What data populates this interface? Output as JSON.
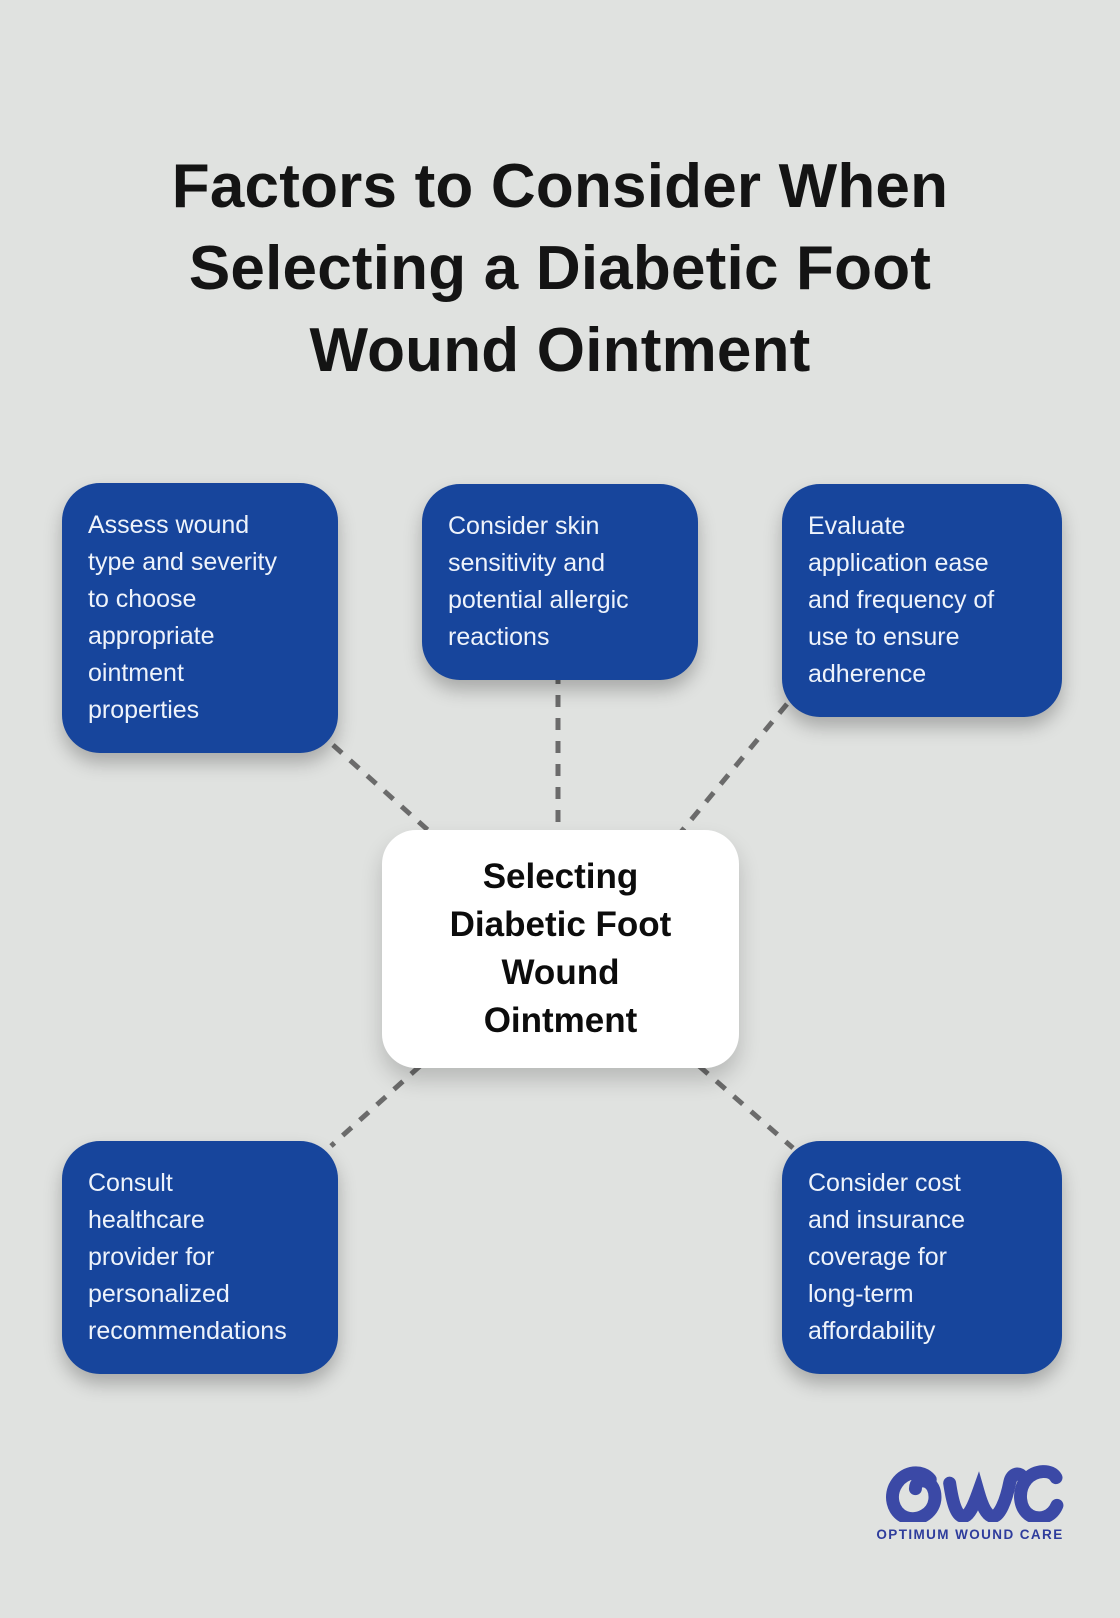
{
  "title": {
    "text": "Factors to Consider When Selecting a Diabetic Foot Wound Ointment",
    "lines": [
      "Factors to Consider When",
      "Selecting a Diabetic Foot",
      "Wound Ointment"
    ]
  },
  "center_node": {
    "text": "Selecting Diabetic Foot Wound Ointment",
    "lines": [
      "Selecting",
      "Diabetic Foot",
      "Wound",
      "Ointment"
    ]
  },
  "factors": [
    {
      "position": "top-left",
      "text": "Assess wound type and severity to choose appropriate ointment properties",
      "lines": [
        "Assess wound",
        "type and severity",
        "to choose",
        "appropriate",
        "ointment",
        "properties"
      ]
    },
    {
      "position": "top-center",
      "text": "Consider skin sensitivity and potential allergic reactions",
      "lines": [
        "Consider skin",
        "sensitivity and",
        "potential allergic",
        "reactions"
      ]
    },
    {
      "position": "top-right",
      "text": "Evaluate application ease and frequency of use to ensure adherence",
      "lines": [
        "Evaluate",
        "application ease",
        "and frequency of",
        "use to ensure",
        "adherence"
      ]
    },
    {
      "position": "bottom-left",
      "text": "Consult healthcare provider for personalized recommendations",
      "lines": [
        "Consult",
        "healthcare",
        "provider for",
        "personalized",
        "recommendations"
      ]
    },
    {
      "position": "bottom-right",
      "text": "Consider cost and insurance coverage for long-term affordability",
      "lines": [
        "Consider cost",
        "and insurance",
        "coverage for",
        "long-term",
        "affordability"
      ]
    }
  ],
  "logo": {
    "monogram": "OWC",
    "tagline": "OPTIMUM WOUND CARE"
  },
  "colors": {
    "background": "#E0E2E0",
    "factor_box": "#17459C",
    "factor_text": "#EEF3FB",
    "title_text": "#141414",
    "center_bg": "#FFFFFF",
    "center_text": "#0C0C0C",
    "connector": "#6B6B6B",
    "logo_script": "#3B49A6",
    "logo_tagline": "#2E3C9C"
  }
}
